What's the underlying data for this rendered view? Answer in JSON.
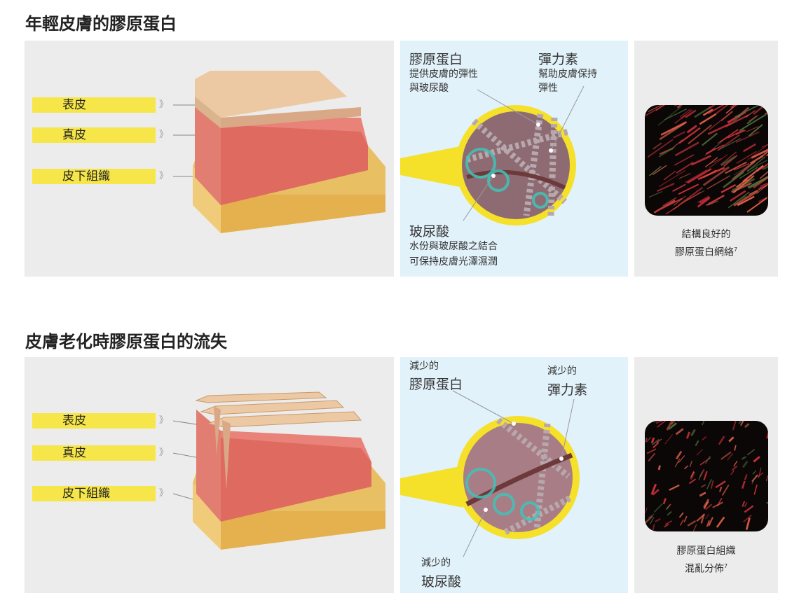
{
  "sections": [
    {
      "title": "年輕皮膚的膠原蛋白",
      "layers": [
        "表皮",
        "真皮",
        "皮下組織"
      ],
      "chevron": "》",
      "collagen": {
        "title": "膠原蛋白",
        "desc1": "提供皮膚的彈性",
        "desc2": "與玻尿酸"
      },
      "elastin": {
        "title": "彈力素",
        "desc1": "幫助皮膚保持",
        "desc2": "彈性"
      },
      "hyaluronic": {
        "title": "玻尿酸",
        "desc1": "水份與玻尿酸之結合",
        "desc2": "可保持皮膚光澤濕潤"
      },
      "caption1": "結構良好的",
      "caption2": "膠原蛋白網絡",
      "footnote": "7"
    },
    {
      "title": "皮膚老化時膠原蛋白的流失",
      "layers": [
        "表皮",
        "真皮",
        "皮下組織"
      ],
      "chevron": "》",
      "collagen": {
        "prefix": "減少的",
        "title": "膠原蛋白"
      },
      "elastin": {
        "prefix": "減少的",
        "title": "彈力素"
      },
      "hyaluronic": {
        "prefix": "減少的",
        "title": "玻尿酸"
      },
      "caption1": "膠原蛋白組織",
      "caption2": "混亂分佈",
      "footnote": "7"
    }
  ],
  "colors": {
    "label_yellow": "#f6e64a",
    "panel_grey": "#ececec",
    "panel_blue": "#e2f2fa",
    "ring": "#f5e02a"
  }
}
